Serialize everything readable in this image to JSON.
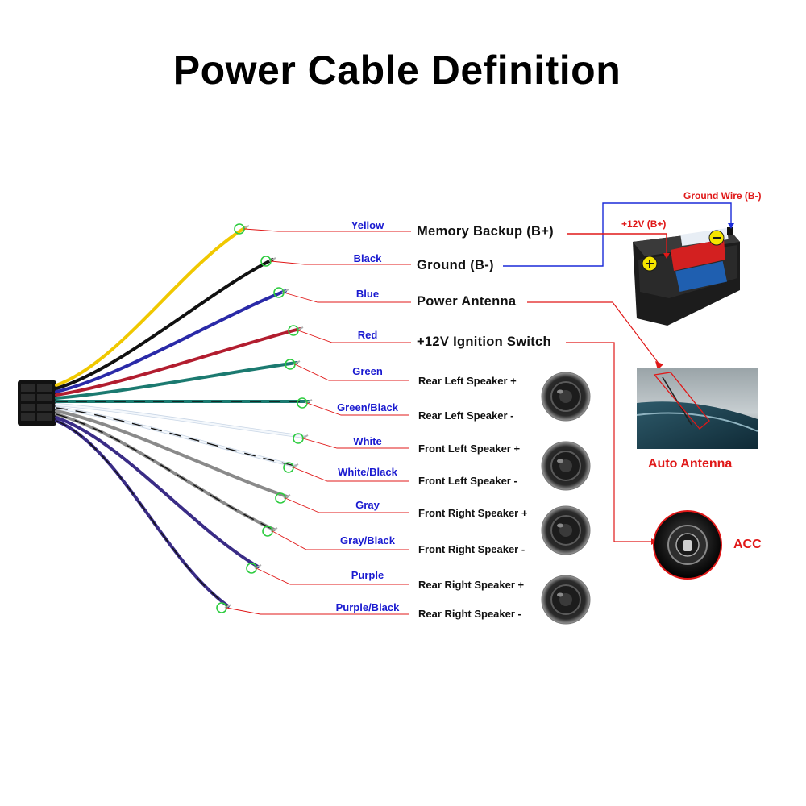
{
  "title": "Power Cable Definition",
  "wires": [
    {
      "label": "Yellow",
      "function": "Memory Backup (B+)",
      "color": "#f0c800",
      "stripe": null
    },
    {
      "label": "Black",
      "function": "Ground (B-)",
      "color": "#111111",
      "stripe": null
    },
    {
      "label": "Blue",
      "function": "Power Antenna",
      "color": "#2a2aa8",
      "stripe": null
    },
    {
      "label": "Red",
      "function": "+12V Ignition Switch",
      "color": "#b21d2f",
      "stripe": null
    },
    {
      "label": "Green",
      "function": "Rear Left Speaker +",
      "color": "#1b7a70",
      "stripe": null
    },
    {
      "label": "Green/Black",
      "function": "Rear Left Speaker -",
      "color": "#1b7a70",
      "stripe": "#111111"
    },
    {
      "label": "White",
      "function": "Front Left Speaker +",
      "color": "#e6eef8",
      "stripe": null
    },
    {
      "label": "White/Black",
      "function": "Front Left Speaker -",
      "color": "#e6eef8",
      "stripe": "#111111"
    },
    {
      "label": "Gray",
      "function": "Front Right Speaker +",
      "color": "#8a8a8a",
      "stripe": null
    },
    {
      "label": "Gray/Black",
      "function": "Front Right Speaker -",
      "color": "#8a8a8a",
      "stripe": "#111111"
    },
    {
      "label": "Purple",
      "function": "Rear Right Speaker +",
      "color": "#3a2c86",
      "stripe": null
    },
    {
      "label": "Purple/Black",
      "function": "Rear Right Speaker -",
      "color": "#3a2c86",
      "stripe": "#111111"
    }
  ],
  "battery": {
    "ground_label": "Ground Wire (B-)",
    "positive_label": "+12V  (B+)"
  },
  "auto_antenna_label": "Auto Antenna",
  "acc_label": "ACC",
  "colors": {
    "pointer_line": "#e01818",
    "wire_label": "#1a1ad0",
    "ground_wire": "#1a2ad8",
    "highlight_circle": "#2ecc40"
  }
}
